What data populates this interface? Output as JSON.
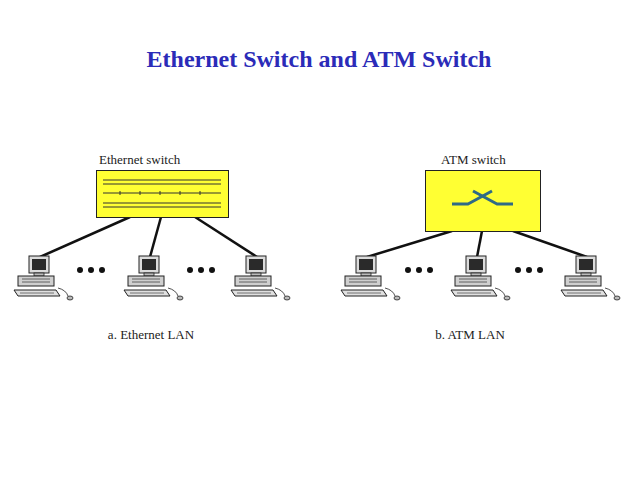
{
  "diagram": {
    "title": "Ethernet Switch and ATM Switch",
    "nodes": [
      {
        "text": [
          "Ethernet switch"
        ]
      },
      {
        "text": [
          "ATM switch"
        ]
      }
    ],
    "labels": [
      "a. Ethernet LAN",
      "b. ATM LAN"
    ]
  }
}
